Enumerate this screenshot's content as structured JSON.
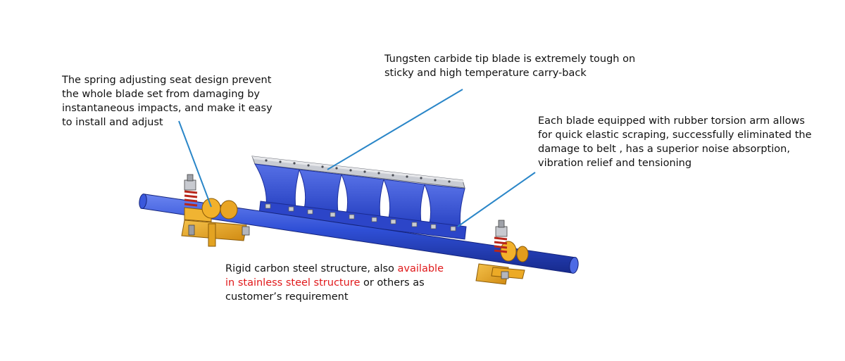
{
  "colors": {
    "pipe": "#2f4fd6",
    "pipe_dark": "#1a2f9a",
    "blade": "#3a55d8",
    "tip": "#b9bcc4",
    "bracket": "#e7a423",
    "spring": "#d33a2a",
    "leader": "#2a86c8",
    "highlight_text": "#e0191b"
  },
  "annotations": {
    "spring_seat": {
      "lines": [
        "The spring adjusting seat design prevent",
        "the whole blade set from damaging by",
        "instantaneous impacts, and make it easy",
        "to install and adjust"
      ]
    },
    "tungsten_tip": {
      "lines": [
        "Tungsten carbide tip blade is extremely tough on",
        "sticky and high temperature carry-back"
      ]
    },
    "torsion_arm": {
      "lines": [
        "Each blade equipped with rubber torsion arm allows",
        "for quick elastic scraping, successfully eliminated the",
        "damage to belt , has a superior noise absorption,",
        "vibration relief and tensioning"
      ]
    },
    "structure": {
      "line1_plain": "Rigid carbon steel structure, also ",
      "line1_red": "available",
      "line2_red": "in stainless steel structure",
      "line2_plain": " or others as",
      "line3": "customer’s requirement"
    }
  }
}
